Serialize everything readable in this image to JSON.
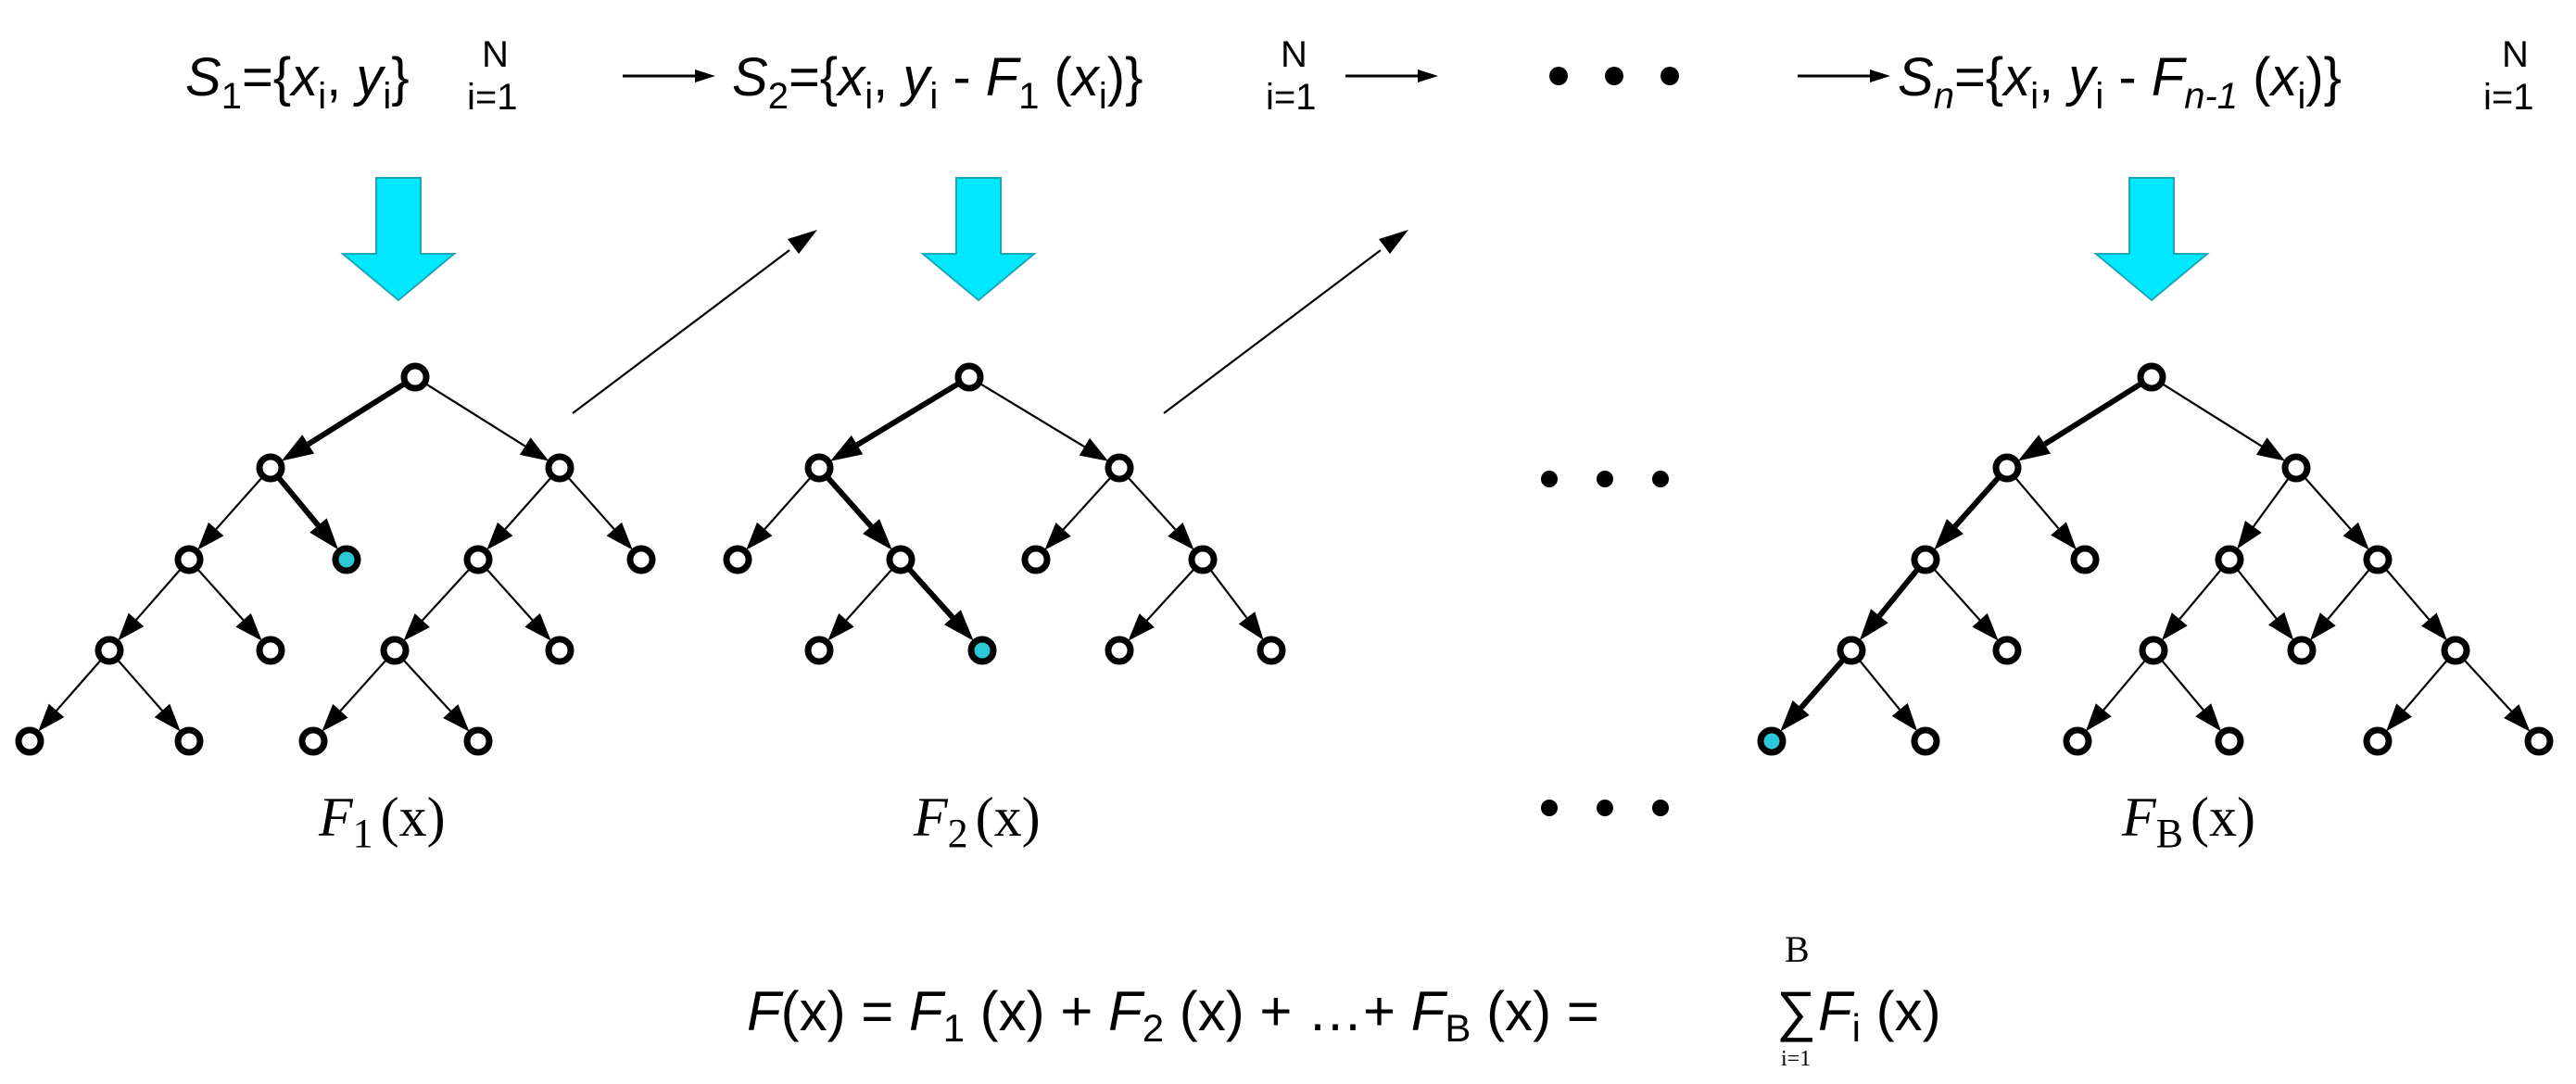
{
  "colors": {
    "flow_arrow": "#00e8ff",
    "flow_arrow_outline": "#1aa6b4",
    "highlight_leaf": "#2bc8d8",
    "ink": "#000000",
    "background": "#ffffff"
  },
  "datasets": {
    "s1": {
      "sym": "S",
      "sub": "1",
      "eq": "={",
      "x": "x",
      "xsub": "i",
      "sep": ", ",
      "y": "y",
      "ysub": "i",
      "close": "}",
      "sup": "N",
      "lower": "i=1"
    },
    "s2": {
      "sym": "S",
      "sub": "2",
      "eq": "={",
      "x": "x",
      "xsub": "i",
      "sep": ", ",
      "y": "y",
      "ysub": "i",
      "minus": " - ",
      "f": "F",
      "fsub": "1",
      "fopen": " (",
      "fx": "x",
      "fxsub": "i",
      "fclose": ")",
      "close": "}",
      "sup": "N",
      "lower": "i=1"
    },
    "sn": {
      "sym": "S",
      "sub": "n",
      "eq": "={",
      "x": "x",
      "xsub": "i",
      "sep": ", ",
      "y": "y",
      "ysub": "i",
      "minus": " - ",
      "f": "F",
      "fsub": "n-1",
      "fopen": " (",
      "fx": "x",
      "fxsub": "i",
      "fclose": ")",
      "close": "}",
      "sup": "N",
      "lower": "i=1"
    }
  },
  "tree_labels": {
    "t1": {
      "f": "F",
      "sub": "1",
      "arg": "(x)"
    },
    "t2": {
      "f": "F",
      "sub": "2",
      "arg": "(x)"
    },
    "tb": {
      "f": "F",
      "sub": "B",
      "arg": "(x)"
    }
  },
  "formula": {
    "lhs_f": "F",
    "lhs_arg": "(x) = ",
    "t1_f": "F",
    "t1_sub": "1",
    "t1_arg": " (x) + ",
    "t2_f": "F",
    "t2_sub": "2",
    "t2_arg": " (x) + …+ ",
    "tb_f": "F",
    "tb_sub": "B",
    "tb_arg": " (x) =",
    "sum_symbol": "∑",
    "sum_upper": "B",
    "sum_lower": "i=1",
    "sum_f": "F",
    "sum_sub": "i",
    "sum_arg": " (x)"
  },
  "ellipsis": {
    "top": "• • •"
  }
}
